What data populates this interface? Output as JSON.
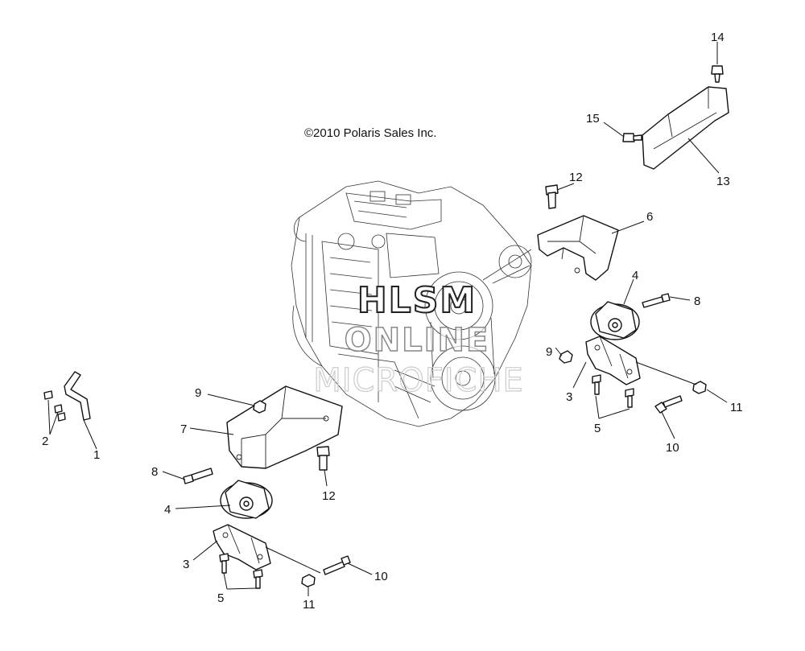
{
  "copyright": "©2010 Polaris Sales Inc.",
  "watermark": {
    "line1": "HLSM",
    "line2": "ONLINE",
    "line3": "MICROFICHE"
  },
  "callouts": {
    "c14": "14",
    "c15": "15",
    "c13": "13",
    "c12_top": "12",
    "c6": "6",
    "c4_right": "4",
    "c8_right": "8",
    "c9_right": "9",
    "c3_right": "3",
    "c11_right": "11",
    "c5_right": "5",
    "c10_right": "10",
    "c2": "2",
    "c1": "1",
    "c9_left": "9",
    "c7": "7",
    "c8_left": "8",
    "c12_left": "12",
    "c4_left": "4",
    "c3_left": "3",
    "c10_left": "10",
    "c5_left": "5",
    "c11_left": "11"
  }
}
